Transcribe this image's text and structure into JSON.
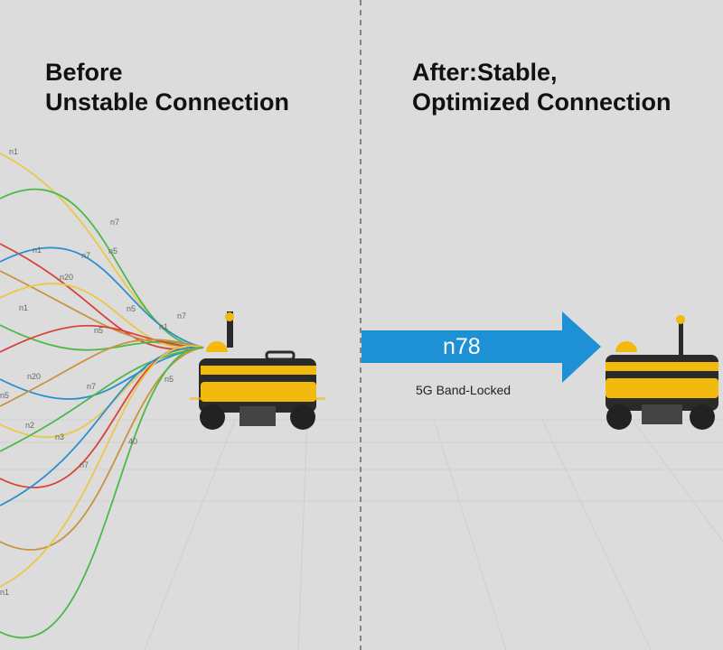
{
  "before": {
    "title_line1": "Before",
    "title_line2": "Unstable Connection"
  },
  "after": {
    "title_line1": "After:Stable,",
    "title_line2": "Optimized Connection",
    "band": "n78",
    "band_caption": "5G Band-Locked"
  },
  "signal_labels": [
    "n1",
    "n7",
    "n1",
    "n7",
    "n5",
    "n20",
    "n1",
    "n5",
    "n7",
    "n5",
    "n1",
    "n20",
    "n7",
    "n5",
    "n2",
    "n3",
    "40",
    "n7",
    "n1",
    "n5"
  ],
  "colors": {
    "arrow": "#1e90d6",
    "robot_body": "#f2b90f",
    "robot_dark": "#2a2a2a",
    "background": "#dcdcdc",
    "divider": "#666666"
  },
  "signal_colors": [
    "#e8c84a",
    "#4db848",
    "#d8433a",
    "#2a8fd0",
    "#c8943e"
  ]
}
